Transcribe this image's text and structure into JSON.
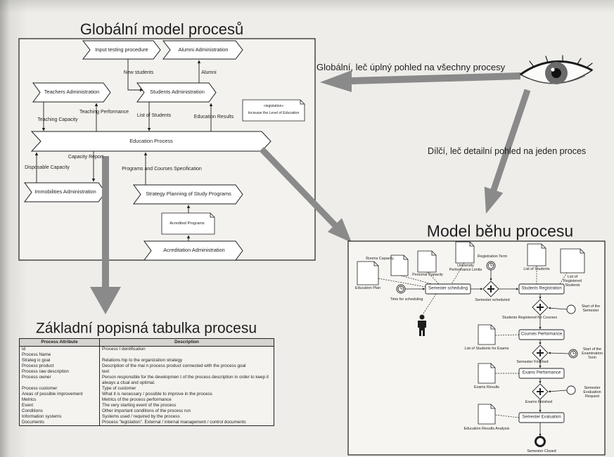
{
  "headings": {
    "global_model": "Globální model procesů",
    "run_model": "Model běhu procesu",
    "table": "Základní popisná tabulka procesu"
  },
  "captions": {
    "global_view": "Globální, leč úplný pohled na všechny procesy",
    "detail_view": "Dílčí, leč detailní pohled na jeden proces"
  },
  "global_model": {
    "processes": {
      "input_testing": "Input testing procedure",
      "alumni_admin": "Alumni Administration",
      "teachers_admin": "Teachers Administration",
      "students_admin": "Students Administration",
      "education_process": "Education Process",
      "immobilities_admin": "Immobilities Administration",
      "strategy_planning": "Strategy Planning of Study Programs",
      "acreditation_admin": "Acreditation Administration"
    },
    "flows": {
      "new_students": "New students",
      "alumni": "Alumni",
      "teaching_capacity": "Teaching Capacity",
      "teaching_performance": "Teaching Performance",
      "list_of_students": "List of Students",
      "education_results": "Education Results",
      "capacity_report": "Capacity Report",
      "disposable_capacity": "Disposable Capacity",
      "programs_courses_spec": "Programs and Courses Specification"
    },
    "notes": {
      "legislation_stereotype": "«legislation»",
      "legislation_text": "Increase the Level of Education",
      "acredited_programs": "Acredited Programs"
    }
  },
  "run_model": {
    "documents": {
      "education_plan": "Education Plan",
      "rooms_capacity": "Rooms Capacity",
      "personal_capacity": "Personal Capacity",
      "university_limits": "University Performance Limits",
      "list_of_students": "List of Students",
      "list_registered": "List of Registered Students",
      "list_for_exams": "List of Students for Exams",
      "exams_results": "Exams Results",
      "education_results_analysis": "Education Results Analysis"
    },
    "tasks": {
      "semester_scheduling": "Semester scheduling",
      "students_registration": "Students Registration",
      "courses_performance": "Courses Performance",
      "exams_performance": "Exams Performance",
      "semester_evaluation": "Semester Evaluation"
    },
    "events": {
      "time_for_scheduling": "Time for scheduling",
      "registration_term": "Registration Term",
      "start_of_semester": "Start of the Semester",
      "start_of_exam_term": "Start of the Examination Term",
      "semester_evaluation_request": "Semester Evaluation Request",
      "semester_closed": "Semester Closed"
    },
    "states": {
      "semester_scheduled": "Semester scheduled",
      "students_registered": "Students Registered for Courses",
      "semester_finished": "Semester Finished",
      "exams_finished": "Exams Finished"
    }
  },
  "process_table": {
    "headers": {
      "attribute": "Process Attribute",
      "description": "Description"
    },
    "rows": [
      {
        "attribute": "Id",
        "description": "Process I dentification"
      },
      {
        "attribute": "Process Name"
      },
      {
        "attribute": "Strateg ic goal",
        "description": "Relations hip to the organization strategy"
      },
      {
        "attribute": "Process product",
        "description": "Description of the mai n process product connected with the process goal"
      },
      {
        "attribute": "Process raw description",
        "description": "text"
      },
      {
        "attribute": "Process owner",
        "description": "Person responsible for the developmen t of the process description in order to keep it always a ctual and optimal."
      },
      {
        "attribute": "Process customer",
        "description": "Type of customer"
      },
      {
        "attribute": "Areas of possible improvement",
        "description": "What it is necessary / possible to improve in the process"
      },
      {
        "attribute": "Metrics",
        "description": "Metrics of the process performance"
      },
      {
        "attribute": "Event",
        "description": "The very starting event of the process"
      },
      {
        "attribute": "Conditions",
        "description": "Other important conditions of the process run"
      },
      {
        "attribute": "Information systems",
        "description": "Systems used / required by the process"
      },
      {
        "attribute": "Documents",
        "description": "Process \"legislation\". External / internal management / control documents"
      }
    ]
  },
  "colors": {
    "paper": "#eeede9",
    "ink": "#1e1e1e",
    "big_arrow": "#8a8a8a"
  }
}
